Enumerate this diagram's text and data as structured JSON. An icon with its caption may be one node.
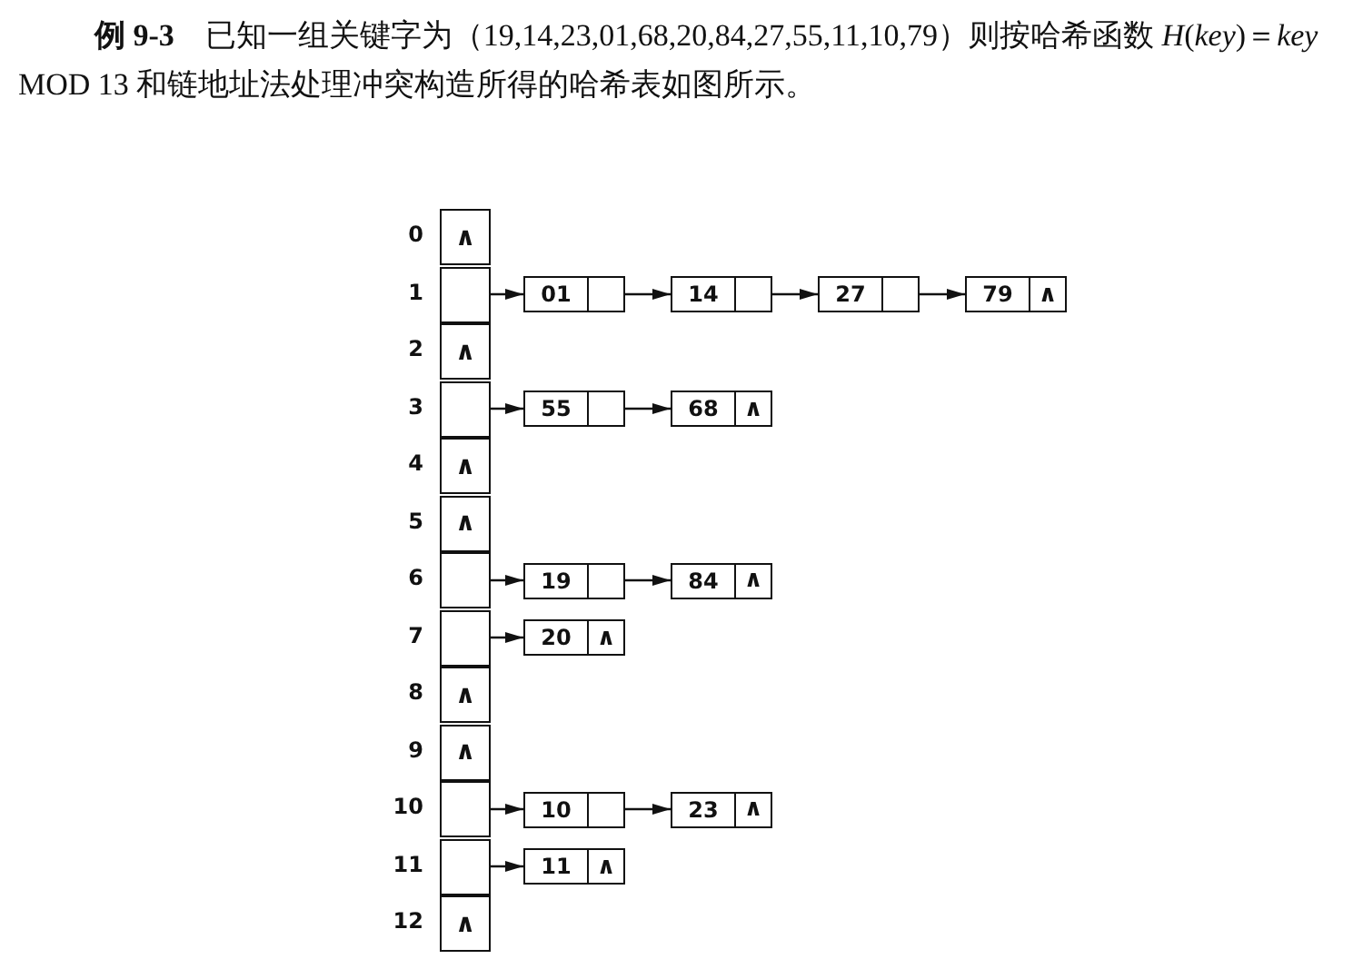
{
  "diagram": {
    "title": "**例 9-3**　已知一组关键字为（19,14,23,01,68,20,84,27,55,11,10,79）则按哈希函数 *H*(*key*)＝*key* MOD 13 和链地址法处理冲突构造所得的哈希表如图所示。",
    "nodes": [
      {
        "text": [
          "∧"
        ],
        "beside": [
          "0"
        ]
      },
      {
        "text": [],
        "shape": "box",
        "beside": [
          "1"
        ]
      },
      {
        "text": [
          "∧"
        ],
        "beside": [
          "2"
        ]
      },
      {
        "text": [],
        "shape": "box",
        "beside": [
          "3"
        ]
      },
      {
        "text": [
          "∧"
        ],
        "beside": [
          "4"
        ]
      },
      {
        "text": [
          "∧"
        ],
        "beside": [
          "5"
        ]
      },
      {
        "text": [],
        "shape": "box",
        "beside": [
          "6"
        ]
      },
      {
        "text": [],
        "shape": "box",
        "beside": [
          "7"
        ]
      },
      {
        "text": [
          "∧"
        ],
        "beside": [
          "8"
        ]
      },
      {
        "text": [
          "∧"
        ],
        "beside": [
          "9"
        ]
      },
      {
        "text": [],
        "shape": "box",
        "beside": [
          "10"
        ]
      },
      {
        "text": [],
        "shape": "box",
        "beside": [
          "11"
        ]
      },
      {
        "text": [
          "∧"
        ],
        "beside": [
          "12"
        ]
      },
      {
        "text": [
          "01"
        ]
      },
      {
        "text": [
          "14"
        ]
      },
      {
        "text": [
          "27"
        ]
      },
      {
        "text": [
          "79",
          "∧"
        ]
      },
      {
        "text": [
          "55"
        ]
      },
      {
        "text": [
          "68",
          "∧"
        ]
      },
      {
        "text": [
          "19"
        ]
      },
      {
        "text": [
          "84",
          "∧"
        ]
      },
      {
        "text": [
          "20",
          "∧"
        ]
      },
      {
        "text": [
          "10"
        ]
      },
      {
        "text": [
          "23",
          "∧"
        ]
      },
      {
        "text": [
          "11",
          "∧"
        ]
      }
    ],
    "edges": [
      {
        "from": 1,
        "to": 13,
        "arrow": "to"
      },
      {
        "from": 13,
        "to": 14,
        "arrow": "to"
      },
      {
        "from": 14,
        "to": 15,
        "arrow": "to"
      },
      {
        "from": 15,
        "to": 16,
        "arrow": "to"
      },
      {
        "from": 3,
        "to": 17,
        "arrow": "to"
      },
      {
        "from": 17,
        "to": 18,
        "arrow": "to"
      },
      {
        "from": 6,
        "to": 19,
        "arrow": "to"
      },
      {
        "from": 19,
        "to": 20,
        "arrow": "to"
      },
      {
        "from": 7,
        "to": 21,
        "arrow": "to"
      },
      {
        "from": 10,
        "to": 22,
        "arrow": "to"
      },
      {
        "from": 22,
        "to": 23,
        "arrow": "to"
      },
      {
        "from": 11,
        "to": 24,
        "arrow": "to"
      }
    ]
  }
}
